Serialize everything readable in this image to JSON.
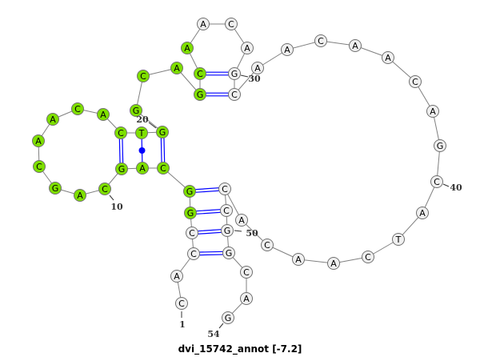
{
  "title": "dvi_15742_annot [-7.2]",
  "sequence": [
    "C",
    "A",
    "C",
    "C",
    "G",
    "G",
    "C",
    "A",
    "G",
    "C",
    "A",
    "G",
    "C",
    "A",
    "A",
    "C",
    "A",
    "C",
    "T",
    "G",
    "G",
    "C",
    "A",
    "G",
    "C",
    "A",
    "A",
    "C",
    "A",
    "G",
    "C",
    "A",
    "A",
    "C",
    "A",
    "A",
    "C",
    "A",
    "G",
    "C",
    "A",
    "T",
    "C",
    "A",
    "A",
    "C",
    "A",
    "C",
    "C",
    "G",
    "G",
    "C",
    "A",
    "G"
  ],
  "pairs": [
    [
      3,
      51
    ],
    [
      4,
      50
    ],
    [
      5,
      49
    ],
    [
      6,
      48
    ],
    [
      7,
      20
    ],
    [
      8,
      19
    ],
    [
      9,
      18
    ],
    [
      24,
      31
    ],
    [
      25,
      30
    ]
  ],
  "noncanonical_pairs": [
    [
      8,
      19
    ]
  ],
  "highlighted_range": [
    5,
    26
  ],
  "index_labels": [
    "1",
    "10",
    "20",
    "30",
    "40",
    "50",
    "54"
  ],
  "colors": {
    "highlight": "#7ee000",
    "base": "#f0f0f0",
    "pair": "#0000ff",
    "backbone": "#808080"
  }
}
